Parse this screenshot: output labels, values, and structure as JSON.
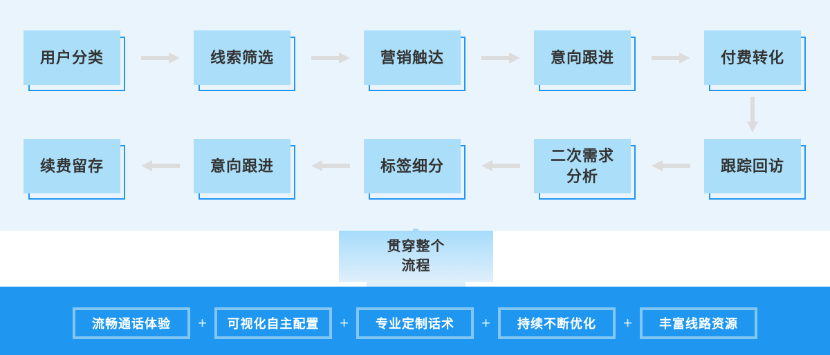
{
  "colors": {
    "hero_bg": "#EAF4FD",
    "node_fill": "#ABDFF9",
    "node_outline": "#2196F3",
    "node_text": "#333333",
    "arrow": "#DCDCDC",
    "band_bg": "#FFFFFF",
    "bridge_gradient_top": "#A6DCFB",
    "bridge_gradient_bottom": "#DFEFFB",
    "bar_bg": "#1F97F0",
    "feature_border": "#84C6F2",
    "feature_text": "#FFFFFF"
  },
  "flow": {
    "row1": [
      {
        "label": "用户分类"
      },
      {
        "label": "线索筛选"
      },
      {
        "label": "营销触达"
      },
      {
        "label": "意向跟进"
      },
      {
        "label": "付费转化"
      }
    ],
    "row2": [
      {
        "label": "续费留存"
      },
      {
        "label": "意向跟进"
      },
      {
        "label": "标签细分"
      },
      {
        "label": "二次需求\n分析"
      },
      {
        "label": "跟踪回访"
      }
    ],
    "bridge_label": "贯穿整个\n流程"
  },
  "features": {
    "separator": "+",
    "items": [
      {
        "label": "流畅通话体验"
      },
      {
        "label": "可视化自主配置"
      },
      {
        "label": "专业定制话术"
      },
      {
        "label": "持续不断优化"
      },
      {
        "label": "丰富线路资源"
      }
    ]
  },
  "icons": {
    "arrow-right-icon": "css-triangle-right",
    "arrow-left-icon": "css-triangle-left",
    "arrow-down-icon": "css-triangle-down"
  }
}
